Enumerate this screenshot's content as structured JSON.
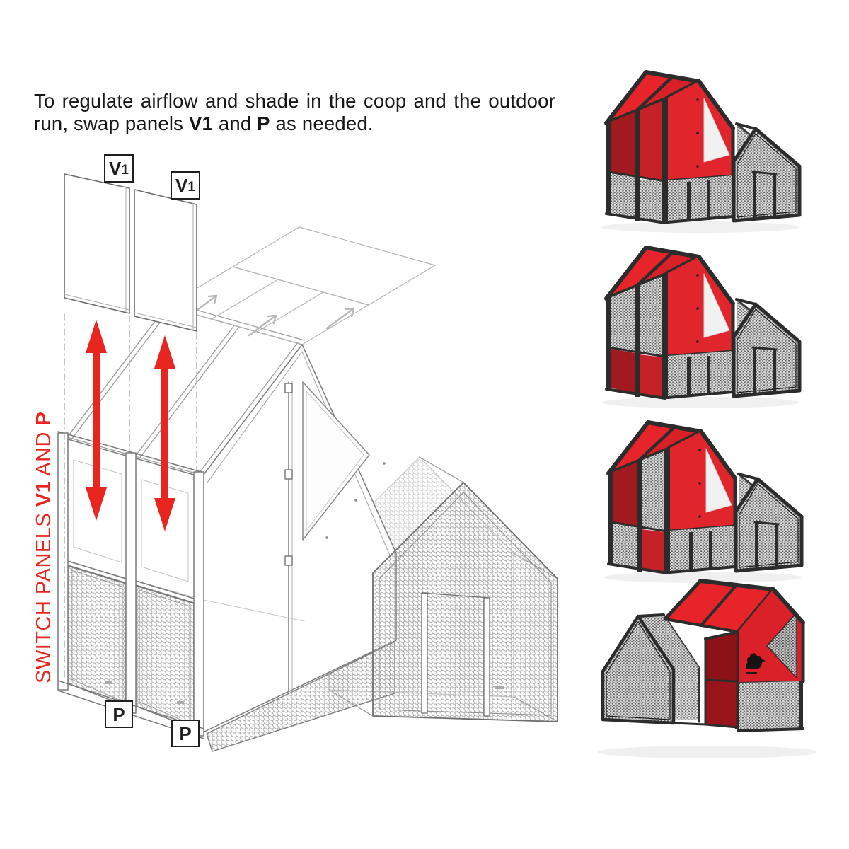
{
  "instruction": {
    "parts": [
      "To regulate airflow and shade in the coop and the outdoor run, swap panels ",
      "V1",
      " and ",
      "P",
      " as needed."
    ]
  },
  "side_label": {
    "parts": [
      "SWITCH PANELS ",
      "V1",
      " AND ",
      "P"
    ]
  },
  "tags": {
    "v1": {
      "letter": "V",
      "digit": "1"
    },
    "p": "P"
  },
  "colors": {
    "accent_red": "#e8251f",
    "render_red": "#e8242b",
    "render_dark_red": "#a01a20",
    "render_mid_red": "#c42129",
    "frame_black": "#2c2c2c",
    "line_gray": "#7a7a7a"
  },
  "figures": {
    "main_diagram": "coop-exploded-panel-swap-line-drawing",
    "config_renders": [
      "coop-config-render-1",
      "coop-config-render-2",
      "coop-config-render-3",
      "coop-config-render-4"
    ],
    "logo": "rooster-mark"
  }
}
